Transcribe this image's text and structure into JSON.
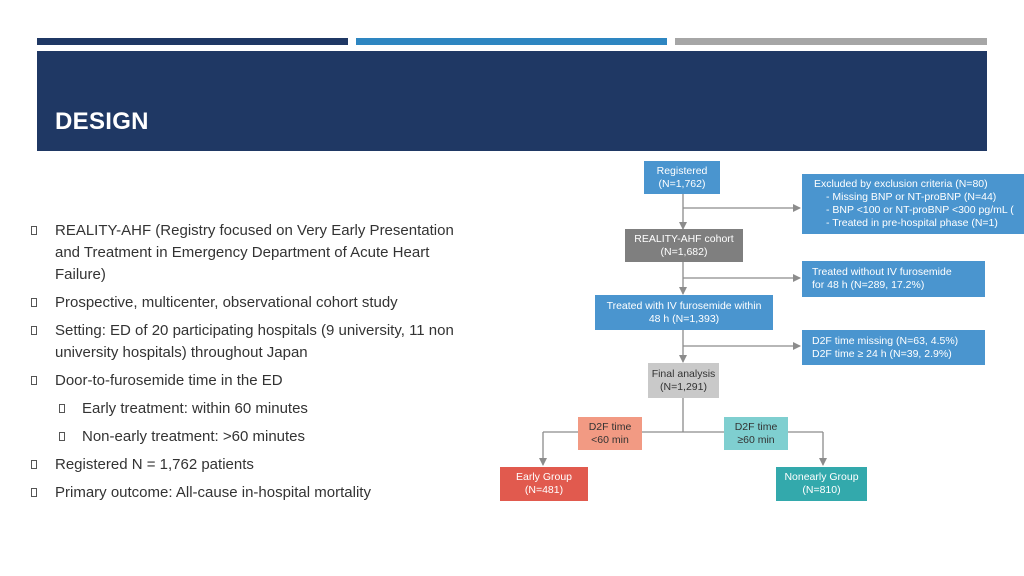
{
  "slide": {
    "title": "DESIGN"
  },
  "colors": {
    "bar_dark": "#1f3864",
    "bar_blue": "#2e86c1",
    "bar_gray": "#a6a6a6",
    "header": "#1f3864",
    "flow_blue": "#4a95cf",
    "flow_gray": "#7f7f7f",
    "flow_lightgray": "#c9c9c9",
    "flow_salmon": "#f29a83",
    "flow_teal_light": "#7fcfd0",
    "flow_red": "#e15a4e",
    "flow_teal": "#33a9ac",
    "arrow": "#8c8c8c"
  },
  "bullets": [
    {
      "level": 0,
      "text": "REALITY-AHF (Registry focused on Very Early Presentation and Treatment in Emergency Department of Acute Heart Failure)"
    },
    {
      "level": 0,
      "text": "Prospective, multicenter, observational cohort study"
    },
    {
      "level": 0,
      "text": "Setting: ED of 20 participating hospitals (9 university, 11 non university hospitals) throughout Japan"
    },
    {
      "level": 0,
      "text": "Door-to-furosemide time in the ED"
    },
    {
      "level": 1,
      "text": "Early treatment: within 60 minutes"
    },
    {
      "level": 1,
      "text": "Non-early treatment: >60 minutes"
    },
    {
      "level": 0,
      "text": "Registered N = 1,762 patients"
    },
    {
      "level": 0,
      "text": "Primary outcome: All-cause in-hospital mortality"
    }
  ],
  "flowchart": {
    "registered": [
      "Registered",
      "(N=1,762)"
    ],
    "excluded": [
      "Excluded by exclusion criteria (N=80)",
      "- Missing BNP or NT-proBNP (N=44)",
      "- BNP <100 or NT-proBNP <300 pg/mL (",
      "- Treated in pre-hospital phase (N=1)"
    ],
    "cohort": [
      "REALITY-AHF cohort",
      "(N=1,682)"
    ],
    "without_iv": [
      "Treated without IV furosemide",
      "for 48 h (N=289, 17.2%)"
    ],
    "treated_iv": [
      "Treated with IV furosemide within",
      "48 h (N=1,393)"
    ],
    "d2f_missing": [
      "D2F time missing (N=63, 4.5%)",
      "D2F time ≥ 24 h (N=39, 2.9%)"
    ],
    "final": [
      "Final analysis",
      "(N=1,291)"
    ],
    "d2f_early": [
      "D2F time",
      "<60 min"
    ],
    "d2f_late": [
      "D2F time",
      "≥60 min"
    ],
    "early_group": [
      "Early Group",
      "(N=481)"
    ],
    "nonearly_group": [
      "Nonearly Group",
      "(N=810)"
    ]
  }
}
